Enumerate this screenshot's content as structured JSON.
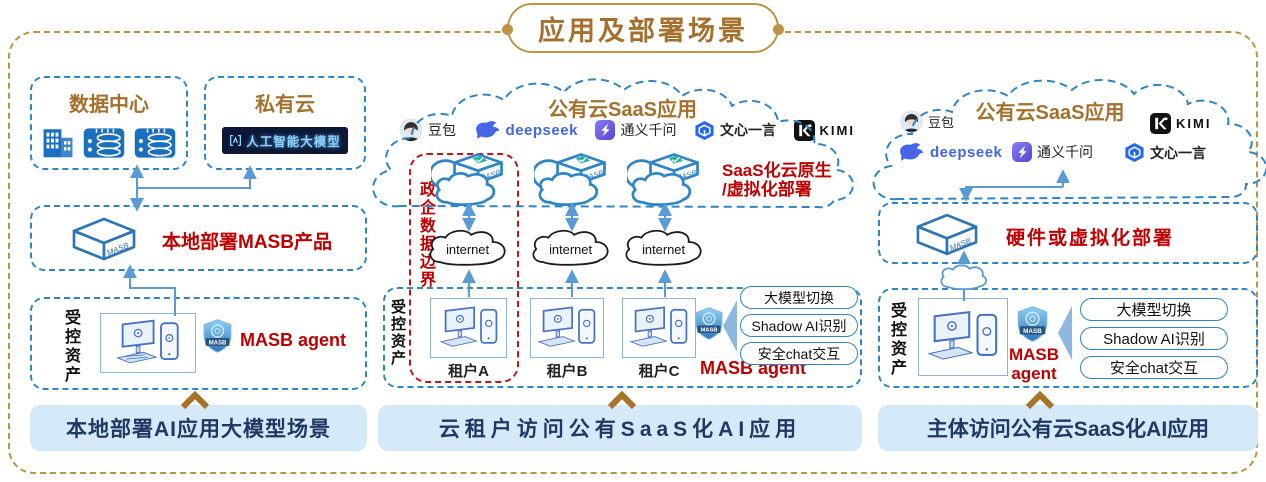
{
  "title": "应用及部署场景",
  "shared": {
    "masb_label": "MASB",
    "assets_label": "受控资产",
    "agent_label": "MASB agent",
    "cloud_title": "公有云SaaS应用",
    "capabilities": [
      "大模型切换",
      "Shadow AI识别",
      "安全chat交互"
    ],
    "logos": {
      "doubao": "豆包",
      "deepseek": "deepseek",
      "qwen": "通义千问",
      "wenxin": "文心一言",
      "kimi": "KIMI"
    }
  },
  "left": {
    "data_center_title": "数据中心",
    "private_cloud_title": "私有云",
    "private_cloud_badge": "人工智能大模型",
    "deploy_label": "本地部署MASB产品",
    "caption": "本地部署AI应用大模型场景"
  },
  "middle": {
    "saas_deploy_line1": "SaaS化云原生",
    "saas_deploy_line2": "/虚拟化部署",
    "boundary_label": "政企数据边界",
    "internet_label": "internet",
    "tenants": [
      "租户A",
      "租户B",
      "租户C"
    ],
    "caption": "云租户访问公有SaaS化AI应用"
  },
  "right": {
    "deploy_label": "硬件或虚拟化部署",
    "agent_line1": "MASB",
    "agent_line2": "agent",
    "caption": "主体访问公有云SaaS化AI应用"
  },
  "colors": {
    "gold_border": "#BE9344",
    "title_text": "#A5702C",
    "blue_dash": "#2E86C8",
    "red": "#C00000",
    "navy": "#1F3864",
    "caption_bg": "#D6E9F8"
  }
}
